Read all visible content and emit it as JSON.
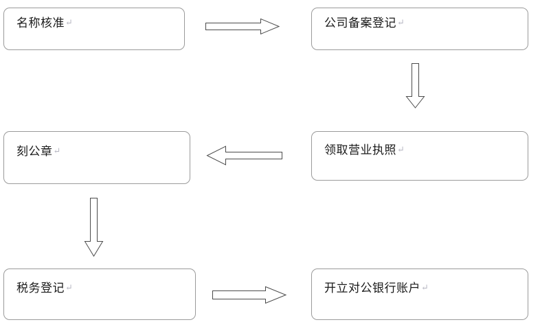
{
  "diagram": {
    "type": "flowchart",
    "title": "",
    "return_mark": "↵",
    "colors": {
      "box_border": "#9a9a9a",
      "box_fill": "#ffffff",
      "arrow_stroke": "#4a4a4a",
      "arrow_fill": "#ffffff",
      "text": "#1a1a1a",
      "pilcrow": "#b9b9c4",
      "background": "#ffffff"
    },
    "nodes": [
      {
        "id": "name-approval",
        "label": "名称核准",
        "row": 1,
        "column": "left"
      },
      {
        "id": "company-filing",
        "label": "公司备案登记",
        "row": 1,
        "column": "right"
      },
      {
        "id": "carve-seal",
        "label": "刻公章",
        "row": 2,
        "column": "left"
      },
      {
        "id": "business-license",
        "label": "领取营业执照",
        "row": 2,
        "column": "right"
      },
      {
        "id": "tax-registration",
        "label": "税务登记",
        "row": 3,
        "column": "left"
      },
      {
        "id": "bank-account",
        "label": "开立对公银行账户",
        "row": 3,
        "column": "right"
      }
    ],
    "connectors": [
      {
        "id": "name-to-filing",
        "from": "name-approval",
        "to": "company-filing",
        "direction": "right"
      },
      {
        "id": "filing-to-license",
        "from": "company-filing",
        "to": "business-license",
        "direction": "down"
      },
      {
        "id": "license-to-seal",
        "from": "business-license",
        "to": "carve-seal",
        "direction": "left"
      },
      {
        "id": "seal-to-tax",
        "from": "carve-seal",
        "to": "tax-registration",
        "direction": "down"
      },
      {
        "id": "tax-to-bank",
        "from": "tax-registration",
        "to": "bank-account",
        "direction": "right"
      }
    ]
  }
}
